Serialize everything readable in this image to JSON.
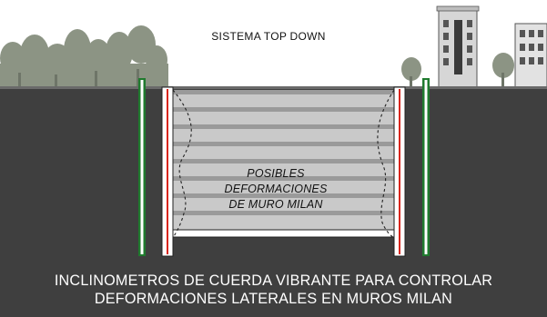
{
  "diagram": {
    "title": "SISTEMA TOP DOWN",
    "deformation_label": [
      "POSIBLES",
      "DEFORMACIONES",
      "DE MURO MILAN"
    ],
    "caption": [
      "INCLINOMETROS DE CUERDA VIBRANTE PARA CONTROLAR",
      "DEFORMACIONES LATERALES EN MUROS MILAN"
    ]
  },
  "colors": {
    "ground": "#3f3f3f",
    "excavation": "#c9c9c9",
    "slab": "#9a9a9a",
    "wall_fill": "#ffffff",
    "wall_stripe": "#d9261c",
    "inclinometer": "#1f7a2e",
    "trees": "#8c9484",
    "building": "#d6d6d6"
  }
}
